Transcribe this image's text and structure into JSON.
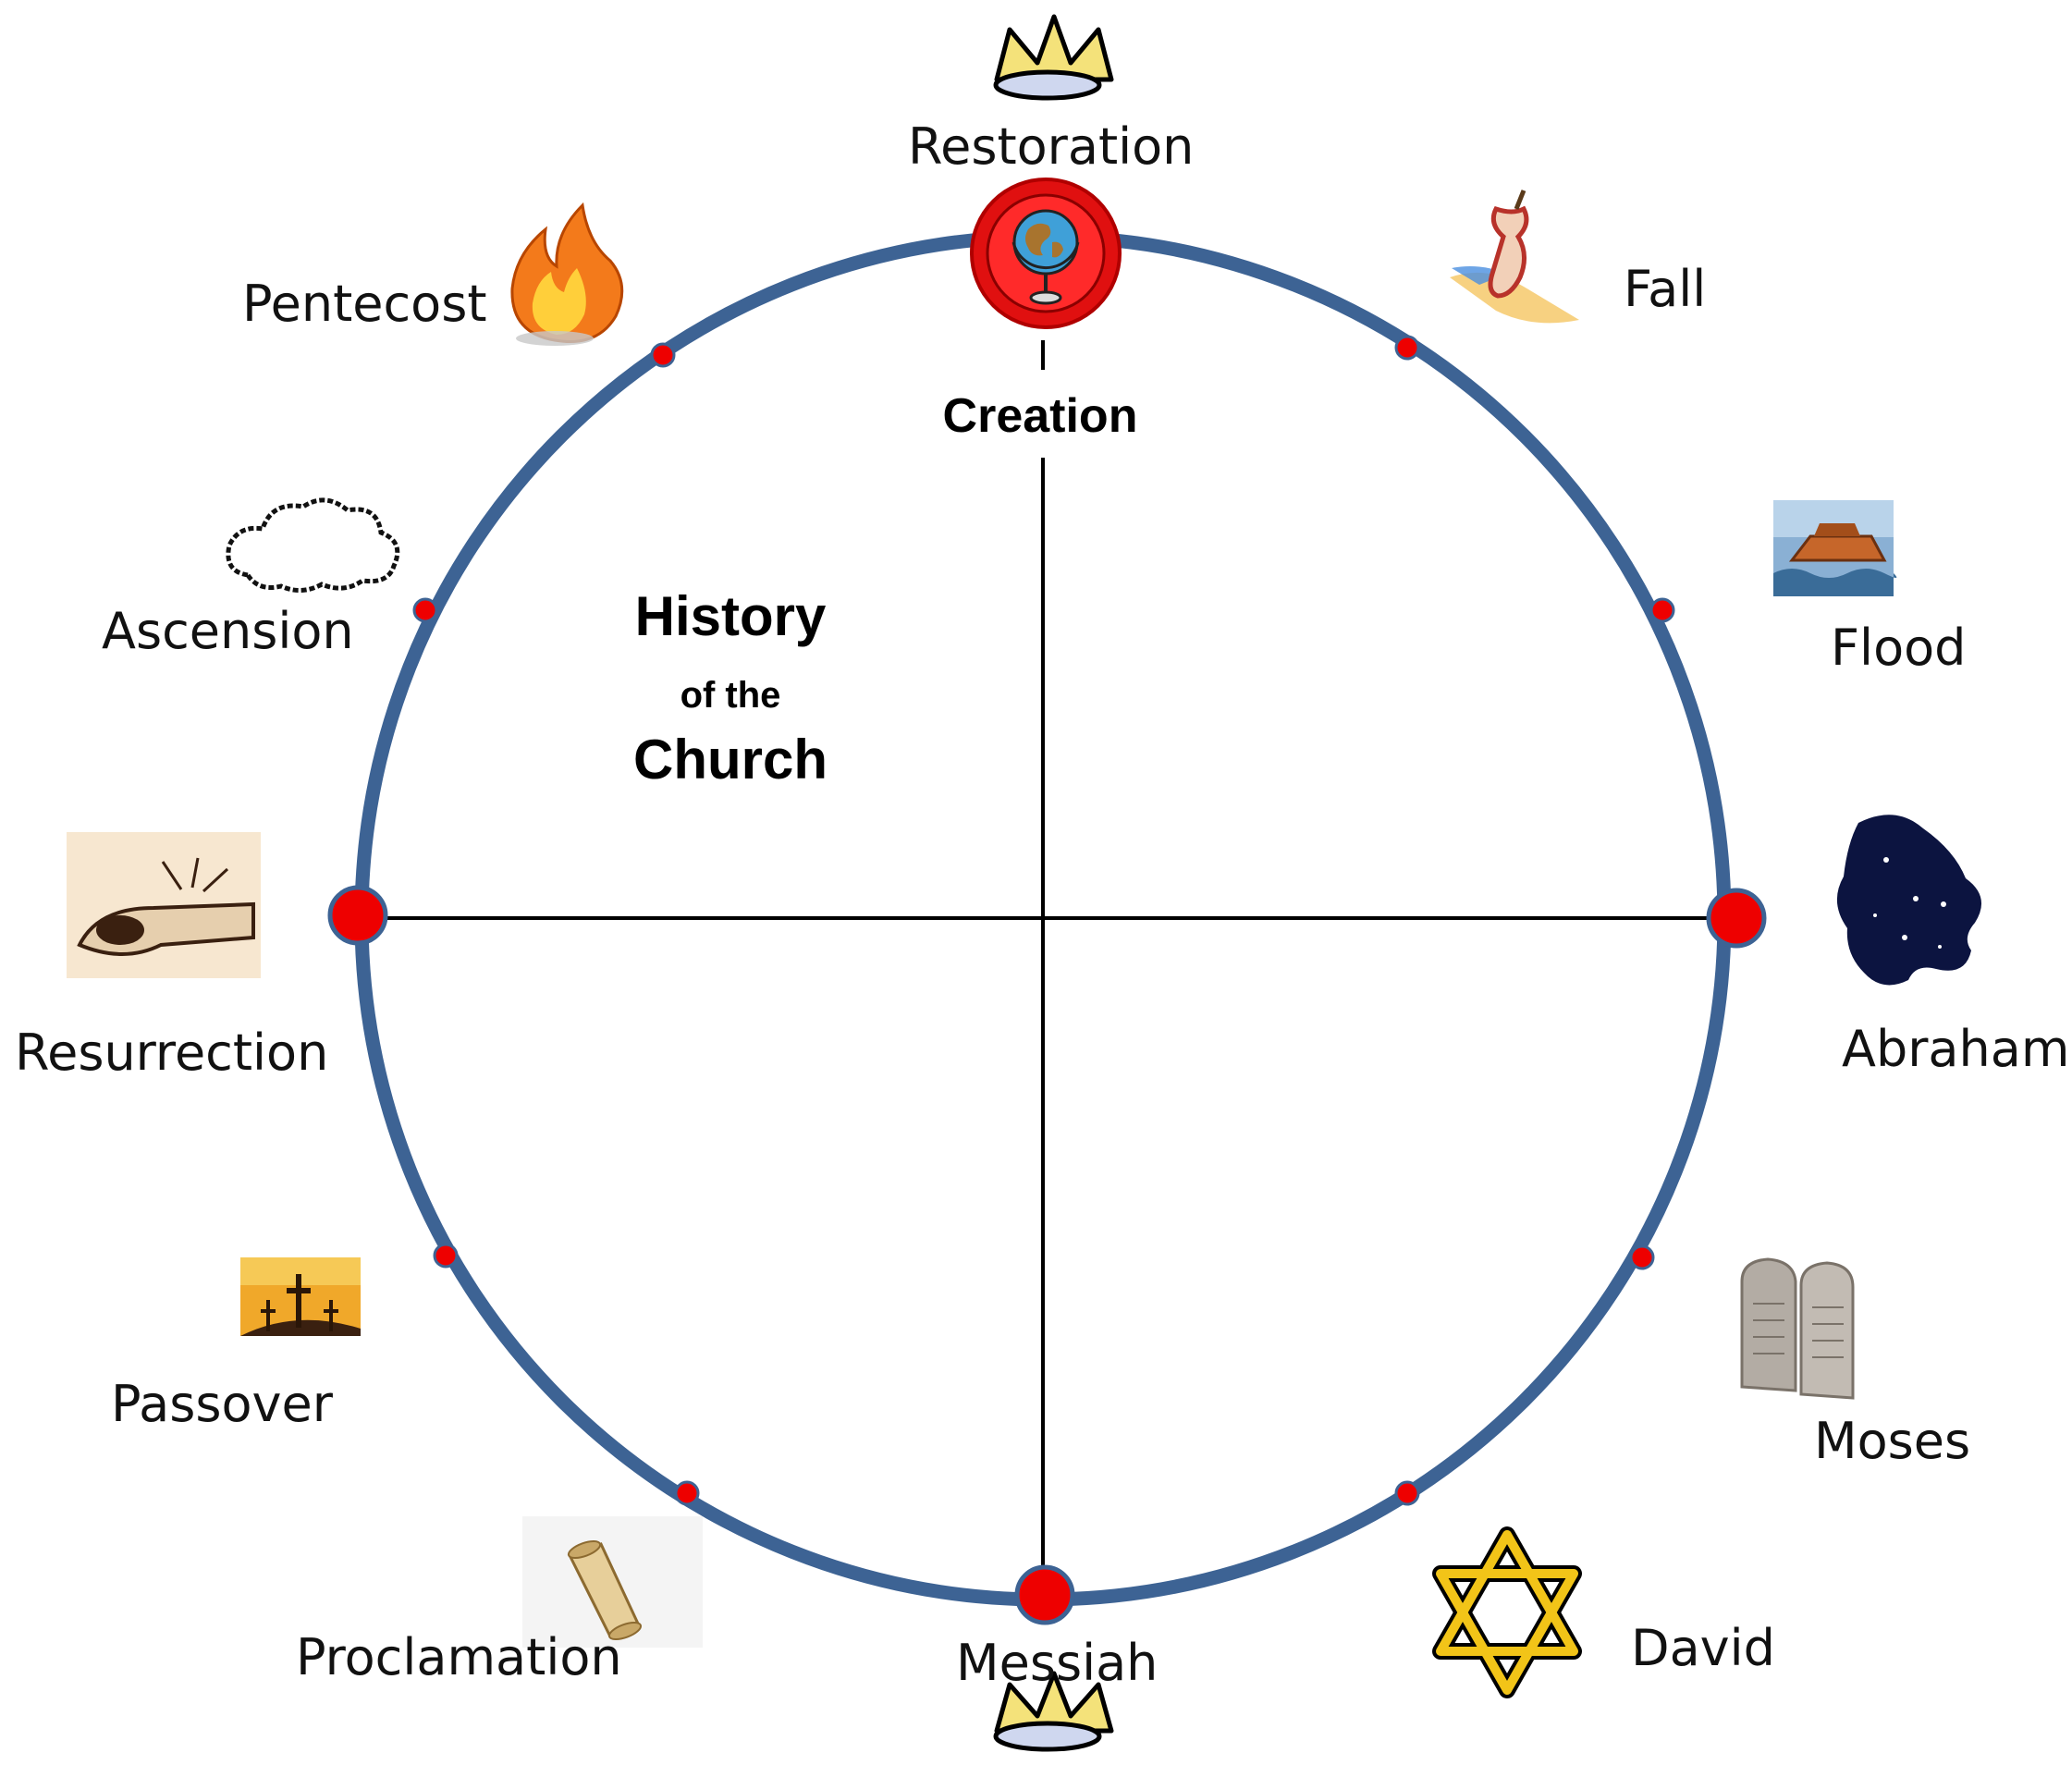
{
  "center_title": {
    "line1": "History",
    "line2": "of the",
    "line3": "Church"
  },
  "top_event": "Creation",
  "events": {
    "restoration": "Restoration",
    "fall": "Fall",
    "flood": "Flood",
    "abraham": "Abraham",
    "moses": "Moses",
    "david": "David",
    "messiah": "Messiah",
    "proclamation": "Proclamation",
    "passover": "Passover",
    "resurrection": "Resurrection",
    "ascension": "Ascension",
    "pentecost": "Pentecost"
  },
  "icons": {
    "restoration": "crown-icon",
    "creation": "globe-icon",
    "fall": "apple-core-icon",
    "flood": "ark-icon",
    "abraham": "starry-sky-icon",
    "moses": "stone-tablets-icon",
    "david": "star-of-david-icon",
    "messiah": "crown-icon",
    "proclamation": "scroll-icon",
    "passover": "crosses-icon",
    "resurrection": "empty-tomb-icon",
    "ascension": "cloud-icon",
    "pentecost": "flame-icon"
  },
  "colors": {
    "ring": "#3d6394",
    "dot": "#ee0000",
    "axis": "#000000"
  }
}
